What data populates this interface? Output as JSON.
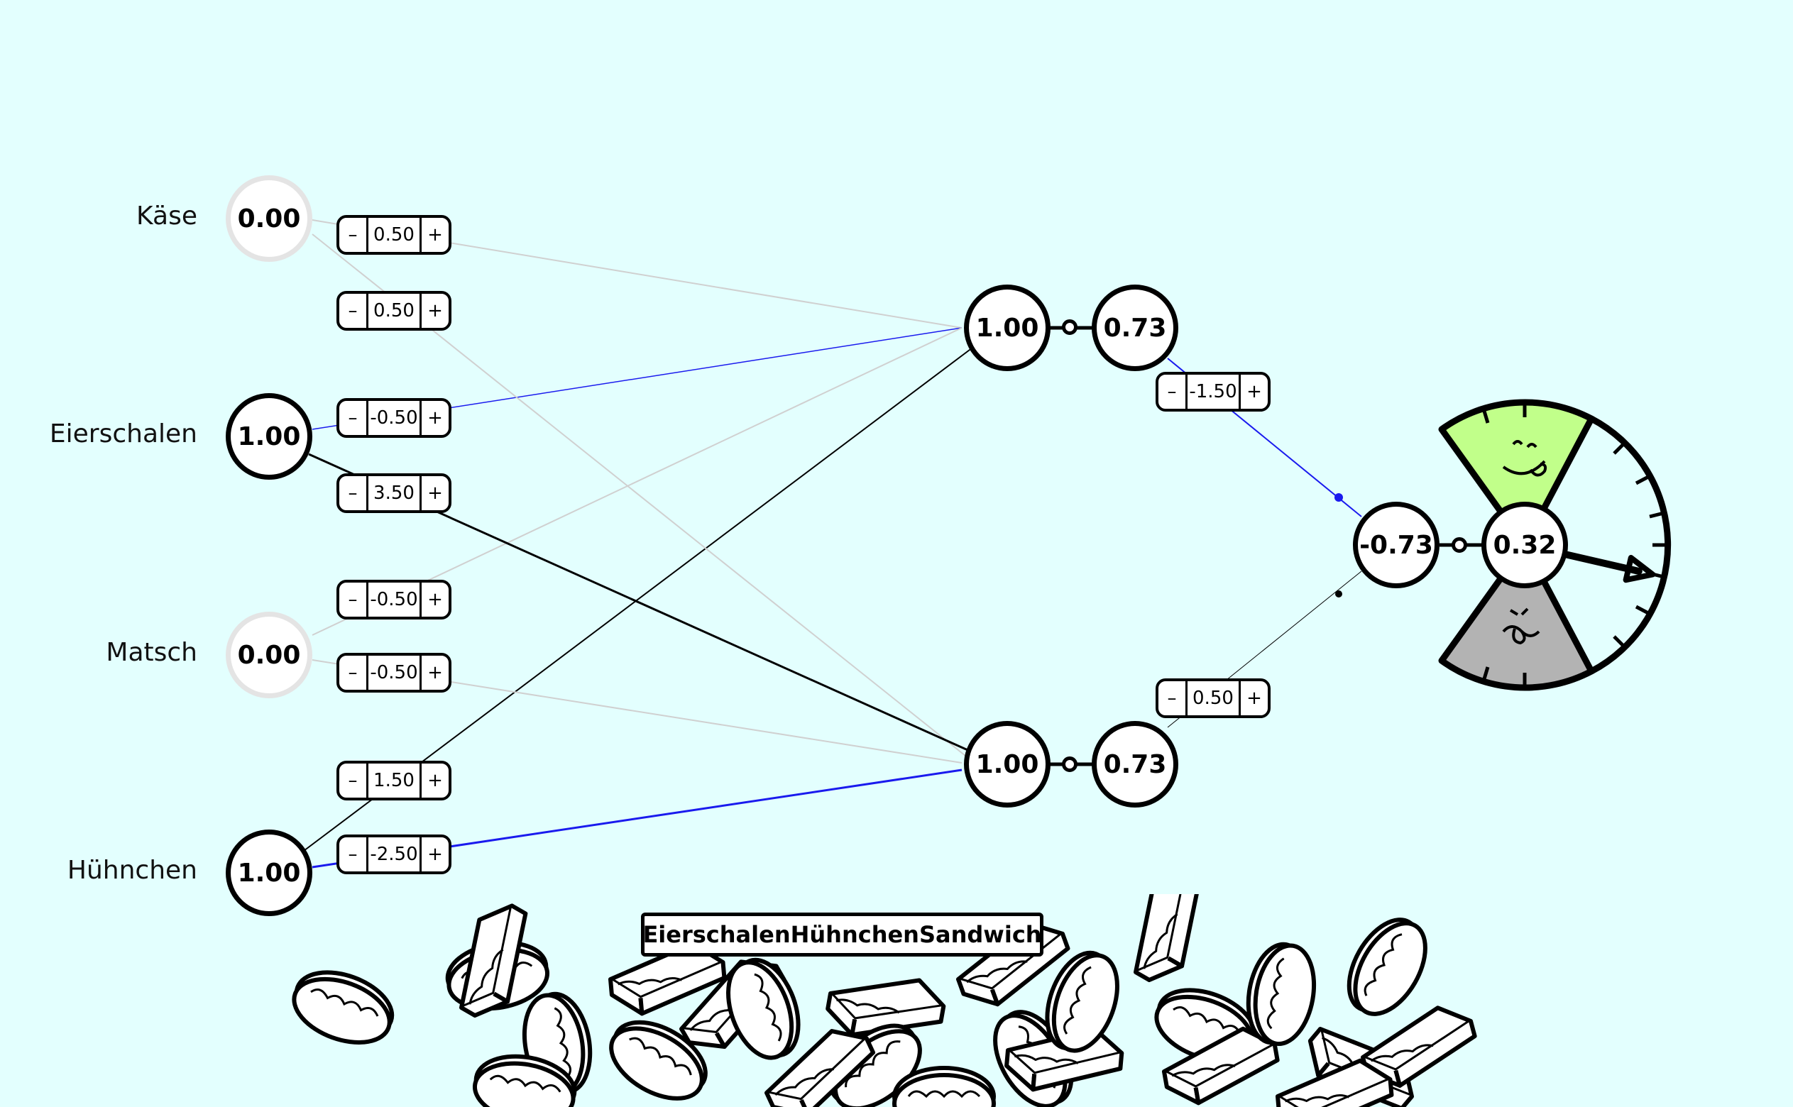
{
  "inputs": [
    {
      "label": "Käse",
      "value": "0.00",
      "active": false
    },
    {
      "label": "Eierschalen",
      "value": "1.00",
      "active": true
    },
    {
      "label": "Matsch",
      "value": "0.00",
      "active": false
    },
    {
      "label": "Hühnchen",
      "value": "1.00",
      "active": true
    }
  ],
  "input_weights": [
    {
      "value": "0.50",
      "minus": "–",
      "plus": "+"
    },
    {
      "value": "0.50",
      "minus": "–",
      "plus": "+"
    },
    {
      "value": "-0.50",
      "minus": "–",
      "plus": "+"
    },
    {
      "value": "3.50",
      "minus": "–",
      "plus": "+"
    },
    {
      "value": "-0.50",
      "minus": "–",
      "plus": "+"
    },
    {
      "value": "-0.50",
      "minus": "–",
      "plus": "+"
    },
    {
      "value": "1.50",
      "minus": "–",
      "plus": "+"
    },
    {
      "value": "-2.50",
      "minus": "–",
      "plus": "+"
    }
  ],
  "hidden": [
    {
      "sum": "1.00",
      "activation": "0.73"
    },
    {
      "sum": "1.00",
      "activation": "0.73"
    }
  ],
  "output_weights": [
    {
      "value": "-1.50",
      "minus": "–",
      "plus": "+"
    },
    {
      "value": "0.50",
      "minus": "–",
      "plus": "+"
    }
  ],
  "output": {
    "sum": "-0.73",
    "activation": "0.32"
  },
  "gauge": {
    "value": 0.32,
    "good_color": "#c1ff8a",
    "bad_color": "#b3b3b3",
    "good_icon": "yummy-face-icon",
    "bad_icon": "disgusted-face-icon"
  },
  "result": {
    "name": "EierschalenHühnchenSandwich"
  },
  "colors": {
    "positive": "#000000",
    "negative": "#0000ee",
    "background": "#e3fffe"
  }
}
